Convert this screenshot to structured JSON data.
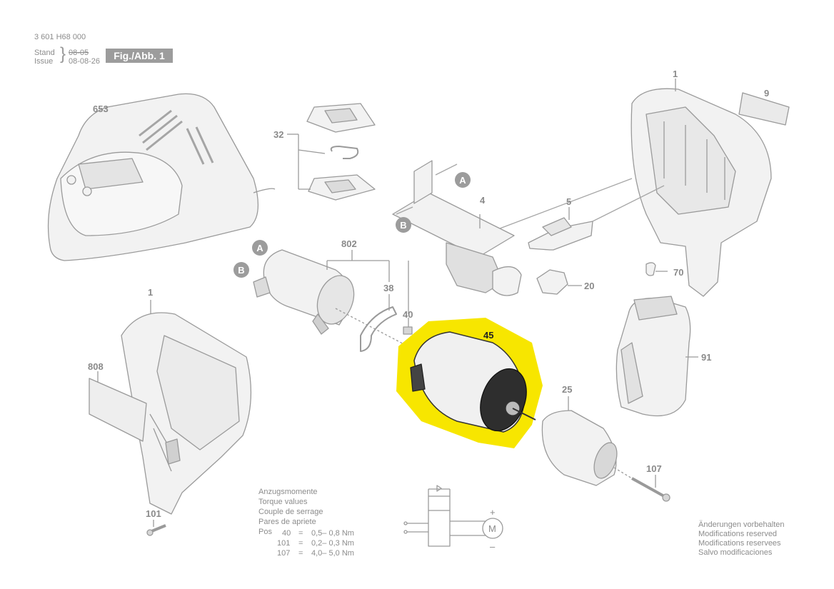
{
  "header": {
    "doc_number": "3 601 H68 000",
    "stand_label": "Stand",
    "issue_label": "Issue",
    "stand_date": "08-05",
    "issue_date": "08-08-26",
    "fig_label": "Fig./Abb. 1"
  },
  "callouts": {
    "c653": "653",
    "c32": "32",
    "c1_top": "1",
    "c9": "9",
    "c4": "4",
    "c5": "5",
    "c802": "802",
    "c38": "38",
    "c40": "40",
    "c20": "20",
    "c70": "70",
    "c1_left": "1",
    "c808": "808",
    "c45": "45",
    "c91": "91",
    "c25": "25",
    "c107": "107",
    "c101": "101",
    "marker_a": "A",
    "marker_b": "B"
  },
  "torque": {
    "lines": [
      "Anzugsmomente",
      "Torque values",
      "Couple de serrage",
      "Pares de apriete"
    ],
    "pos_label": "Pos",
    "rows": [
      {
        "pos": "40",
        "eq": "=",
        "val": "0,5– 0,8 Nm"
      },
      {
        "pos": "101",
        "eq": "=",
        "val": "0,2– 0,3 Nm"
      },
      {
        "pos": "107",
        "eq": "=",
        "val": "4,0– 5,0 Nm"
      }
    ]
  },
  "modifications": [
    "Änderungen vorbehalten",
    "Modifications reserved",
    "Modifications reservees",
    "Salvo modificaciones"
  ],
  "circuit": {
    "plus": "+",
    "minus": "–",
    "motor": "M"
  },
  "colors": {
    "highlight": "#f7e600",
    "line": "#9a9a9a",
    "part_fill": "#ededed",
    "dark_part": "#3a3a3a"
  }
}
